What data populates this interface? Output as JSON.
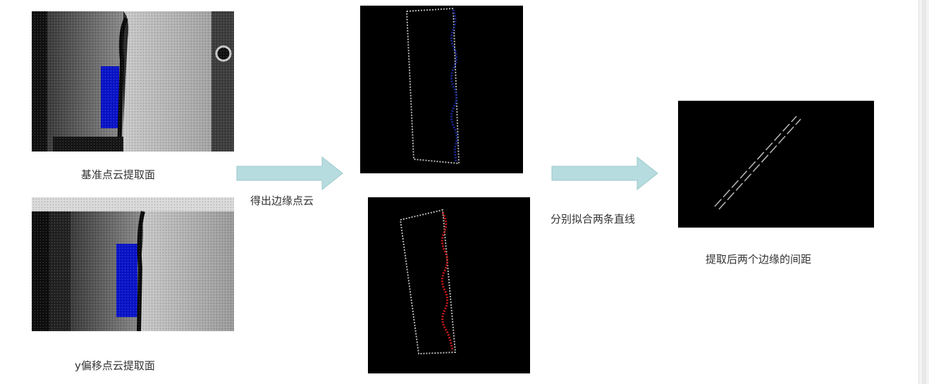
{
  "captions": {
    "reference": "基准点云提取面",
    "offset": "y偏移点云提取面",
    "edge_extract": "得出边缘点云",
    "fit_lines": "分别拟合两条直线",
    "distance": "提取后两个边缘的间距"
  },
  "colors": {
    "arrow_fill": "#b6dcdf",
    "arrow_stroke": "#9cc9cd",
    "blue_face": "#0a14c8",
    "red_edge": "#d01818",
    "gray_points": "#b8b8b8",
    "navy_points": "#1a2a9a"
  },
  "icons": {
    "arrow1": "right-arrow-icon",
    "arrow2": "right-arrow-icon"
  }
}
